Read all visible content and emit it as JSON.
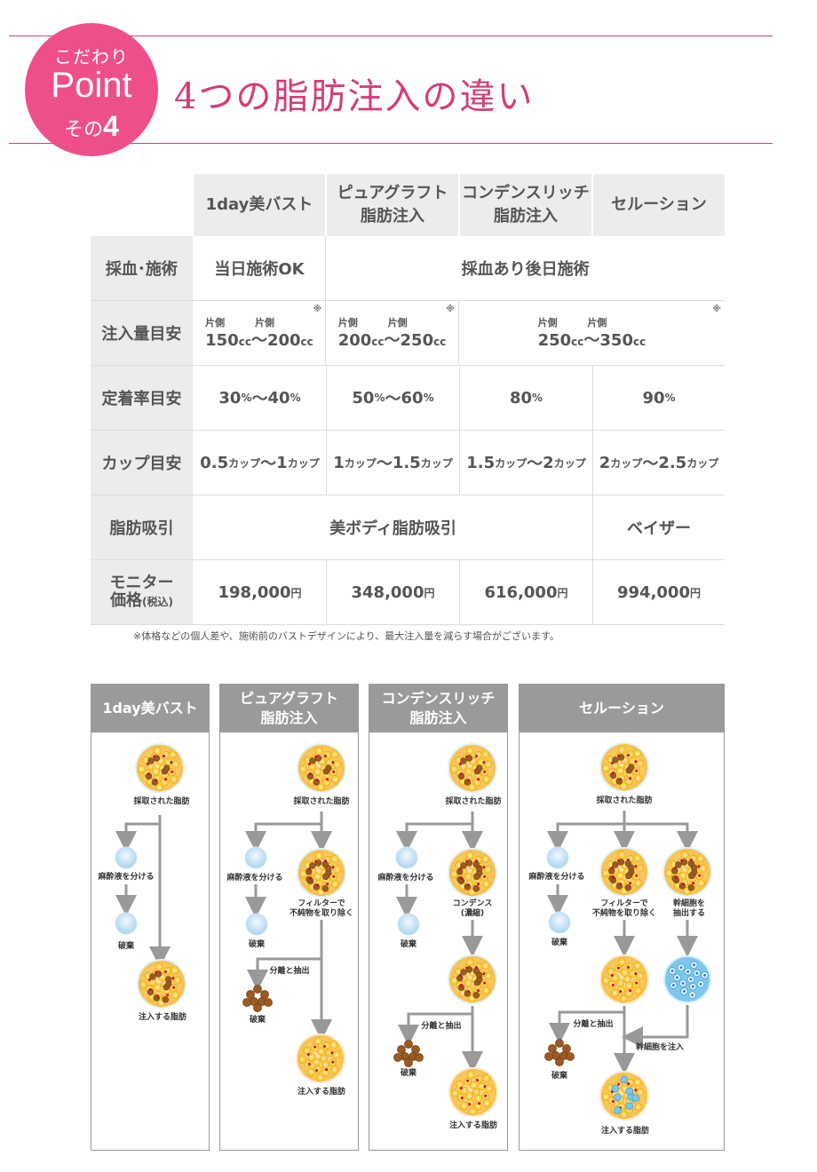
{
  "header": {
    "badge_top": "こだわり",
    "badge_point": "Point",
    "badge_sono": "その",
    "badge_num": "4",
    "title": "4つの脂肪注入の違い"
  },
  "table": {
    "columns": [
      "1day美バスト",
      "ピュアグラフト\n脂肪注入",
      "コンデンスリッチ\n脂肪注入",
      "セルーション"
    ],
    "rows": {
      "blood": {
        "label": "採血･施術",
        "c1": "当日施術OK",
        "rest": "採血あり後日施術"
      },
      "volume": {
        "label": "注入量目安",
        "side": "片側",
        "mark": "※",
        "c1": {
          "a": "150",
          "b": "200"
        },
        "c2": {
          "a": "200",
          "b": "250"
        },
        "c3": {
          "a": "250",
          "b": "350"
        },
        "unit": "cc",
        "tilde": "～"
      },
      "rate": {
        "label": "定着率目安",
        "c1a": "30",
        "c1b": "40",
        "c2a": "50",
        "c2b": "60",
        "c3": "80",
        "c4": "90",
        "unit": "%",
        "tilde": "～"
      },
      "cup": {
        "label": "カップ目安",
        "unit": "カップ",
        "tilde": "～",
        "c1a": "0.5",
        "c1b": "1",
        "c2a": "1",
        "c2b": "1.5",
        "c3a": "1.5",
        "c3b": "2",
        "c4a": "2",
        "c4b": "2.5"
      },
      "lipo": {
        "label": "脂肪吸引",
        "main": "美ボディ脂肪吸引",
        "c4": "ベイザー"
      },
      "price": {
        "label1": "モニター",
        "label2": "価格",
        "label_tax": "(税込)",
        "yen": "円",
        "c1": "198,000",
        "c2": "348,000",
        "c3": "616,000",
        "c4": "994,000"
      }
    },
    "footnote": "※体格などの個人差や、施術前のバストデザインにより、最大注入量を減らす場合がございます。"
  },
  "flow": {
    "panel1": {
      "title": "1day美バスト"
    },
    "panel2": {
      "title": "ピュアグラフト\n脂肪注入"
    },
    "panel3": {
      "title": "コンデンスリッチ\n脂肪注入"
    },
    "panel4": {
      "title": "セルーション"
    },
    "labels": {
      "harvested": "採取された脂肪",
      "separate": "麻酔液を分ける",
      "discard": "破棄",
      "inject": "注入する脂肪",
      "filter1": "フィルターで",
      "filter2": "不純物を取り除く",
      "split": "分離と抽出",
      "condense1": "コンデンス",
      "condense2": "(濃縮)",
      "stem1": "幹細胞を",
      "stem2": "抽出する",
      "stem_inject": "幹細胞を注入"
    }
  }
}
